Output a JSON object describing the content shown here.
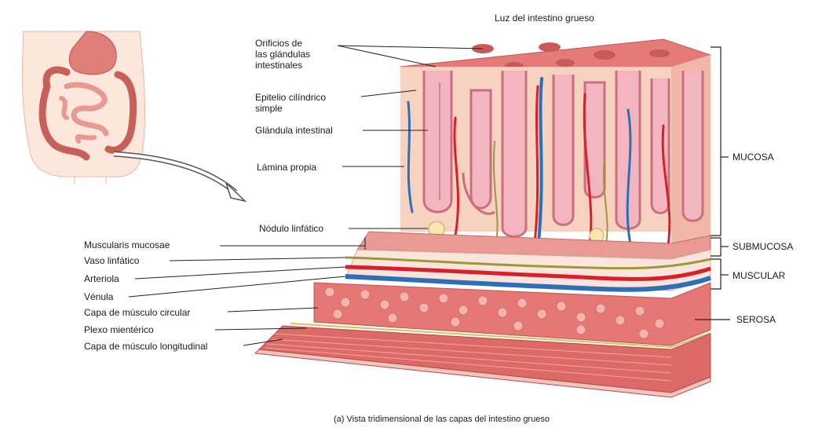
{
  "top_label": "Luz del intestino grueso",
  "caption": "(a) Vista tridimensional de las capas del intestino grueso",
  "left_labels": {
    "orificios": "Orificios de\nlas glándulas\nintestinales",
    "epitelio": "Epitelio cilíndrico\nsimple",
    "glandula": "Glándula intestinal",
    "lamina": "Lámina propia",
    "nodulo": "Nódulo linfático",
    "muscularis": "Muscularis mucosae",
    "vaso": "Vaso linfático",
    "arteriola": "Arteriola",
    "venula": "Vénula",
    "capa_circular": "Capa de músculo circular",
    "plexo": "Plexo mientérico",
    "capa_longitudinal": "Capa de músculo longitudinal"
  },
  "right_labels": {
    "mucosa": "MUCOSA",
    "submucosa": "SUBMUCOSA",
    "muscular": "MUSCULAR",
    "serosa": "SEROSA"
  },
  "colors": {
    "tissue_pink": "#e98a86",
    "tissue_light": "#f6c9b8",
    "muscle_red": "#d9605c",
    "artery_red": "#d8202a",
    "vein_blue": "#2f6fb6",
    "lymph_olive": "#9a9a3a"
  }
}
